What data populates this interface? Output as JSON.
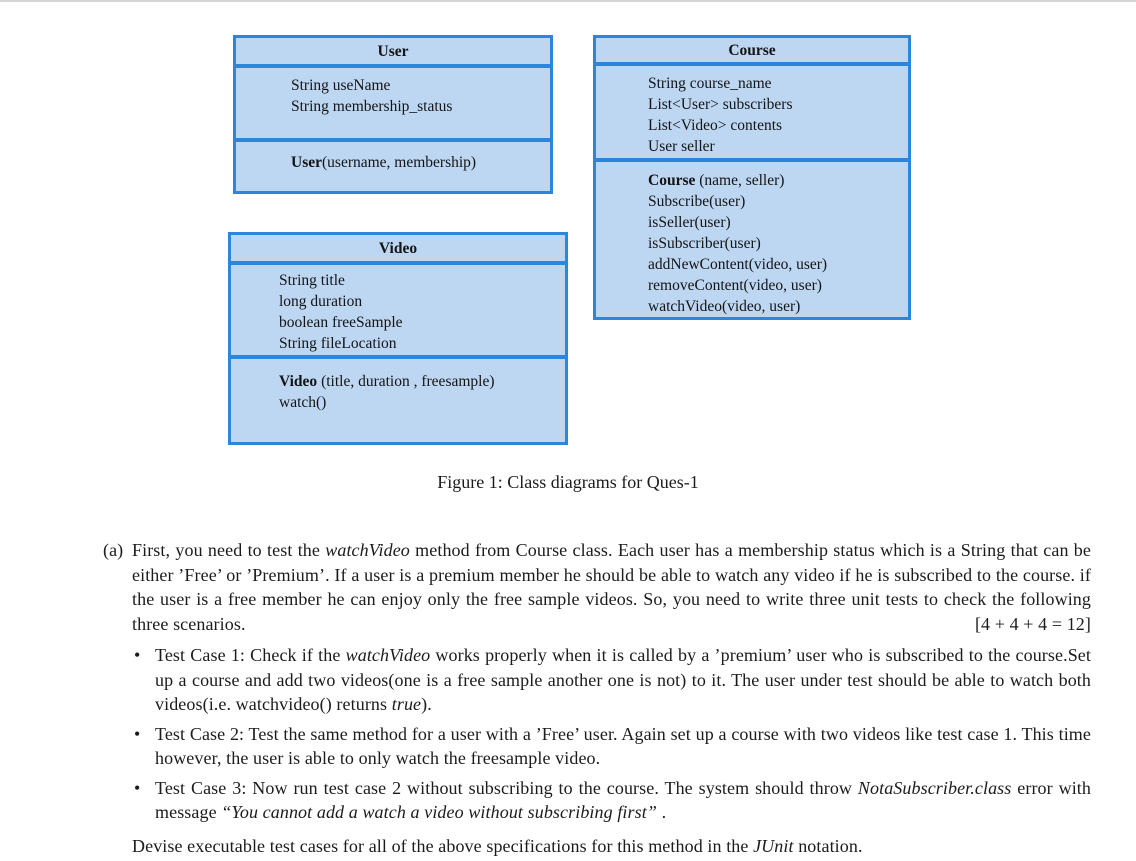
{
  "figure": {
    "caption": "Figure 1: Class diagrams for Ques-1",
    "colors": {
      "box_fill": "#bdd7f3",
      "box_border": "#2b86dc",
      "text": "#141414"
    },
    "classes": {
      "user": {
        "title": "User",
        "fields": [
          "String useName",
          "String membership_status"
        ],
        "methods": [
          [
            {
              "t": "User",
              "b": true
            },
            {
              "t": "(username, membership)"
            }
          ]
        ]
      },
      "video": {
        "title": "Video",
        "fields": [
          "String title",
          "long duration",
          "boolean freeSample",
          "String fileLocation"
        ],
        "methods": [
          [
            {
              "t": "Video ",
              "b": true
            },
            {
              "t": "(title, duration , freesample)"
            }
          ],
          [
            {
              "t": "watch()"
            }
          ]
        ]
      },
      "course": {
        "title": "Course",
        "fields": [
          "String course_name",
          "List<User> subscribers",
          "List<Video> contents",
          "User seller"
        ],
        "methods": [
          [
            {
              "t": "Course ",
              "b": true
            },
            {
              "t": "(name, seller)"
            }
          ],
          [
            {
              "t": "Subscribe(user)"
            }
          ],
          [
            {
              "t": "isSeller(user)"
            }
          ],
          [
            {
              "t": "isSubscriber(user)"
            }
          ],
          [
            {
              "t": "addNewContent(video, user)"
            }
          ],
          [
            {
              "t": "removeContent(video, user)"
            }
          ],
          [
            {
              "t": "watchVideo(video, user)"
            }
          ]
        ]
      }
    }
  },
  "question": {
    "label": "(a)",
    "bullet_glyph": "•",
    "marks": "[4 + 4 + 4 = 12]",
    "para": [
      {
        "t": "First, you need to test the "
      },
      {
        "t": "watchVideo",
        "i": true
      },
      {
        "t": " method from Course class. Each user has a membership status which is a String that can be either ’Free’ or ’Premium’. If a user is a premium member he should be able to watch any video if he is subscribed to the course.  if the user is a free member he can enjoy only the free sample videos. So, you need to write three unit tests to check the following three scenarios."
      }
    ],
    "test_cases": [
      {
        "segments": [
          {
            "t": "Test Case 1:  Check if the "
          },
          {
            "t": "watchVideo",
            "i": true
          },
          {
            "t": " works properly when it is called by a ’premium’ user who is subscribed to the course.Set up a course and add two videos(one is a free sample another one is not) to it.  The user under test should be able to watch both videos(i.e. watchvideo() returns "
          },
          {
            "t": "true",
            "i": true
          },
          {
            "t": ")."
          }
        ]
      },
      {
        "segments": [
          {
            "t": "Test Case 2:  Test the same method for a user with a ’Free’ user.  Again set up a course with two videos like test case 1.  This time however, the user is able to only watch the freesample video."
          }
        ]
      },
      {
        "segments": [
          {
            "t": "Test Case 3:  Now run test case 2 without subscribing to the course.  The system should throw "
          },
          {
            "t": "NotaSubscriber.class",
            "i": true
          },
          {
            "t": " error with message "
          },
          {
            "t": "“You cannot add a watch a video without subscribing first”",
            "i": true
          },
          {
            "t": " ."
          }
        ]
      }
    ],
    "closing": [
      {
        "t": "Devise executable test cases for all of the above specifications for this method in the "
      },
      {
        "t": "JUnit",
        "i": true
      },
      {
        "t": " notation."
      }
    ]
  }
}
